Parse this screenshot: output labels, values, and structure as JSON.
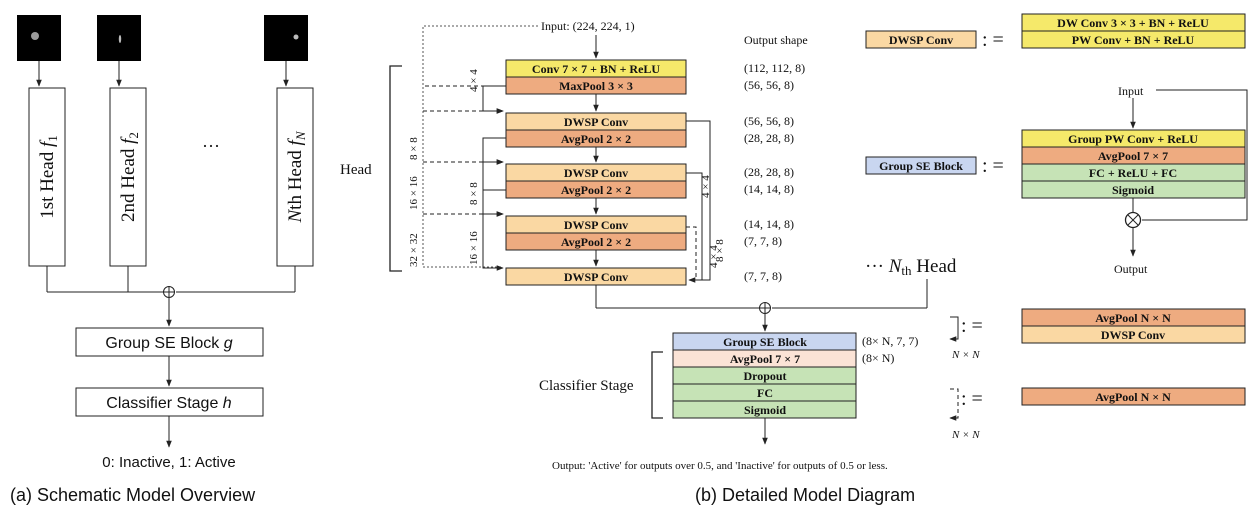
{
  "colors": {
    "yellow": "#f5e96a",
    "orange": "#eeab80",
    "light_orange": "#fad8a3",
    "blue": "#c9d6f0",
    "green": "#c6e3b6",
    "peach": "#fbe3d6"
  },
  "left": {
    "heads": [
      {
        "text": "1st Head ",
        "f": "f",
        "sub": "1"
      },
      {
        "text": "2nd Head ",
        "f": "f",
        "sub": "2"
      },
      {
        "text": "th Head ",
        "N": "N",
        "f": "f",
        "sub": "N"
      }
    ],
    "ellipsis": "···",
    "plus": "⊕",
    "group_se": {
      "text": "Group SE Block ",
      "var": "g"
    },
    "classifier": {
      "text": "Classifier Stage ",
      "var": "h"
    },
    "output": "0: Inactive, 1: Active",
    "caption": "(a) Schematic Model Overview"
  },
  "middle": {
    "input": "Input: (224, 224, 1)",
    "output_shape_header": "Output shape",
    "head_label": "Head",
    "blocks": [
      "Conv 7 × 7 + BN + ReLU",
      "MaxPool 3 × 3",
      "DWSP Conv",
      "AvgPool 2 × 2",
      "DWSP Conv",
      "AvgPool 2 × 2",
      "DWSP Conv",
      "AvgPool 2 × 2",
      "DWSP Conv"
    ],
    "shapes": [
      "(112, 112, 8)",
      "(56, 56, 8)",
      "(56, 56, 8)",
      "(28, 28, 8)",
      "(28, 28, 8)",
      "(14, 14, 8)",
      "(14, 14, 8)",
      "(7, 7, 8)",
      "(7, 7, 8)"
    ],
    "skip_labels": {
      "a": "4 × 4",
      "b": "8 × 8",
      "c": "16 × 16",
      "d": "32 × 32",
      "e": "8 × 8",
      "f": "16 × 16",
      "g": "4 × 4",
      "h": "8 × 8",
      "i": "4 × 4"
    },
    "nth_head": {
      "dots": "···",
      "N": "N",
      "sub": "th",
      "word": "Head"
    },
    "classifier_label": "Classifier Stage",
    "classifier_blocks": [
      "Group SE Block",
      "AvgPool 7 × 7",
      "Dropout",
      "FC",
      "Sigmoid"
    ],
    "classifier_shapes": [
      "(8× N, 7, 7)",
      "(8× N)"
    ],
    "output": "Output:  'Active' for outputs over 0.5, and 'Inactive' for outputs of 0.5 or less.",
    "caption": "(b) Detailed Model Diagram"
  },
  "right": {
    "dwsp_label": "DWSP Conv",
    "def_sym": ": =",
    "dwsp_def": [
      "DW Conv 3 × 3 + BN + ReLU",
      "PW Conv + BN + ReLU"
    ],
    "input": "Input",
    "gse_label": "Group SE Block",
    "gse_def": [
      "Group PW Conv + ReLU",
      "AvgPool 7 × 7",
      "FC + ReLU + FC",
      "Sigmoid"
    ],
    "otimes": "⊗",
    "output": "Output",
    "solid_def": [
      "AvgPool N × N",
      "DWSP Conv"
    ],
    "dashed_def": "AvgPool N × N",
    "nxn": "N × N"
  }
}
